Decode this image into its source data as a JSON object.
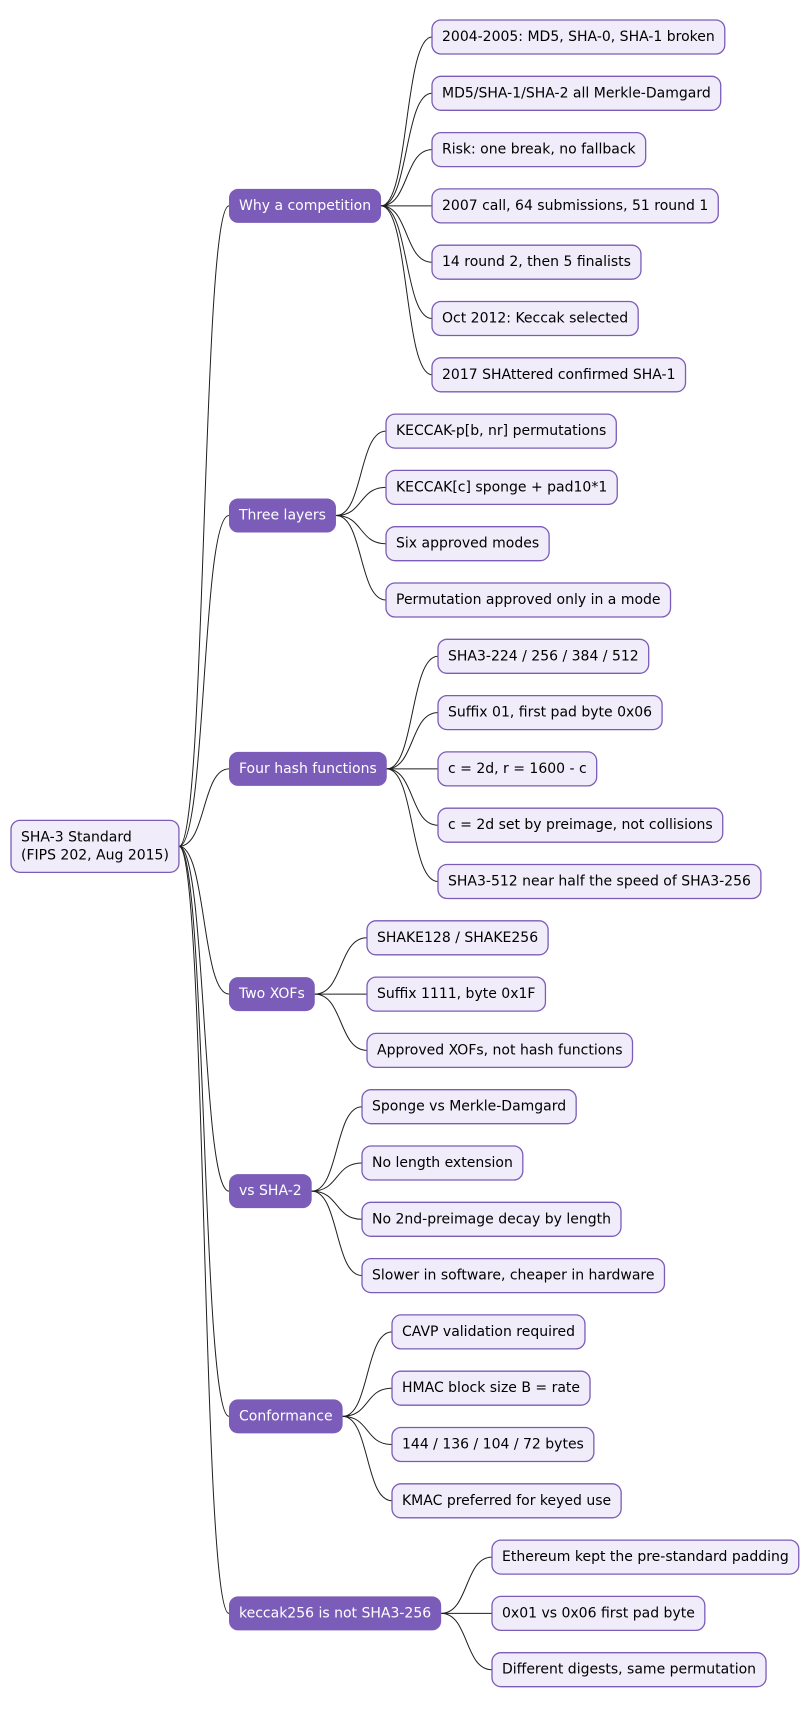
{
  "root": {
    "lines": [
      "SHA-3 Standard",
      "(FIPS 202, Aug 2015)"
    ]
  },
  "branches": [
    {
      "label": "Why a competition",
      "children": [
        "2004-2005: MD5, SHA-0, SHA-1 broken",
        "MD5/SHA-1/SHA-2 all Merkle-Damgard",
        "Risk: one break, no fallback",
        "2007 call, 64 submissions, 51 round 1",
        "14 round 2, then 5 finalists",
        "Oct 2012: Keccak selected",
        "2017 SHAttered confirmed SHA-1"
      ]
    },
    {
      "label": "Three layers",
      "children": [
        "KECCAK-p[b, nr] permutations",
        "KECCAK[c] sponge + pad10*1",
        "Six approved modes",
        "Permutation approved only in a mode"
      ]
    },
    {
      "label": "Four hash functions",
      "children": [
        "SHA3-224 / 256 / 384 / 512",
        "Suffix 01, first pad byte 0x06",
        "c = 2d, r = 1600 - c",
        "c = 2d set by preimage, not collisions",
        "SHA3-512 near half the speed of SHA3-256"
      ]
    },
    {
      "label": "Two XOFs",
      "children": [
        "SHAKE128 / SHAKE256",
        "Suffix 1111, byte 0x1F",
        "Approved XOFs, not hash functions"
      ]
    },
    {
      "label": "vs SHA-2",
      "children": [
        "Sponge vs Merkle-Damgard",
        "No length extension",
        "No 2nd-preimage decay by length",
        "Slower in software, cheaper in hardware"
      ]
    },
    {
      "label": "Conformance",
      "children": [
        "CAVP validation required",
        "HMAC block size B = rate",
        "144 / 136 / 104 / 72 bytes",
        "KMAC preferred for keyed use"
      ]
    },
    {
      "label": "keccak256 is not SHA3-256",
      "children": [
        "Ethereum kept the pre-standard padding",
        "0x01 vs 0x06 first pad byte",
        "Different digests, same permutation"
      ]
    }
  ],
  "colors": {
    "leaf_fill": "#f1ecfa",
    "leaf_stroke": "#7b5cb8",
    "branch_fill": "#7b5cb8",
    "branch_text": "#ffffff",
    "text": "#000000",
    "edge": "#1f1f1f"
  }
}
